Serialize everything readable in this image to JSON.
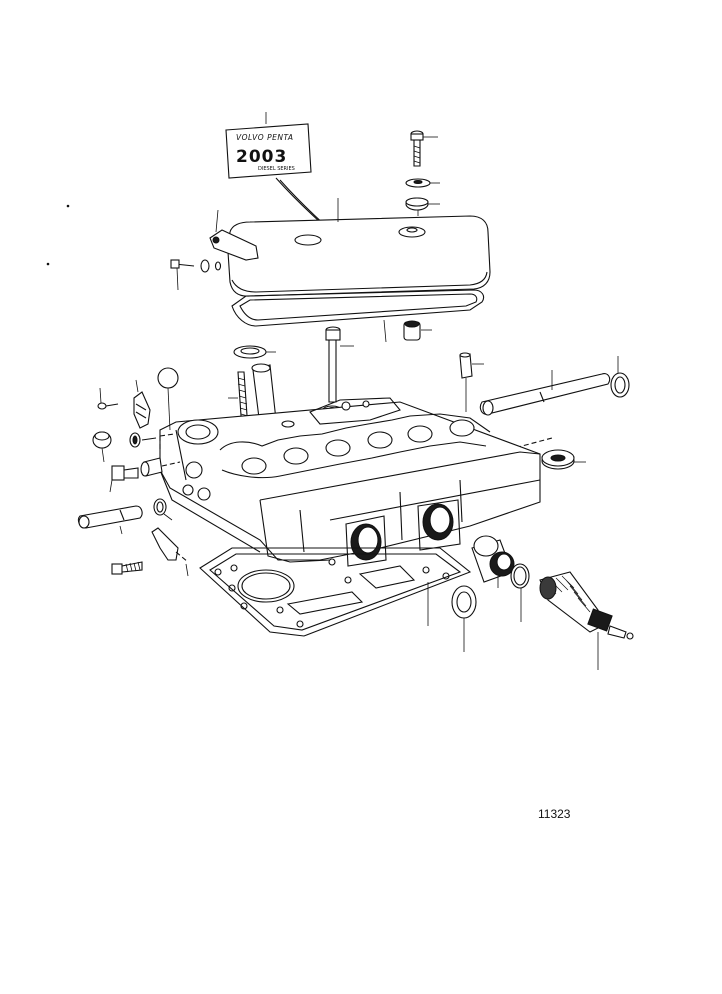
{
  "decal": {
    "brand": "VOLVO PENTA",
    "model": "2003",
    "subtitle": "DIESEL SERIES"
  },
  "drawing_number": "11323"
}
